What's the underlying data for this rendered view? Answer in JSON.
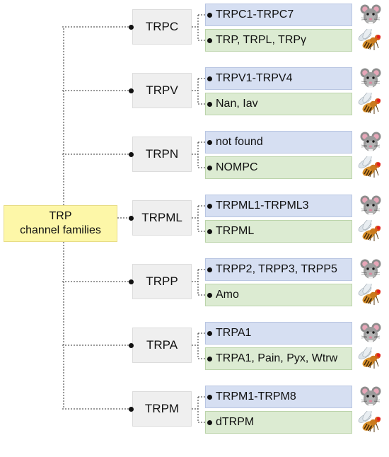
{
  "root": {
    "line1": "TRP",
    "line2": "channel families"
  },
  "families": [
    {
      "label": "TRPC",
      "mammal": "TRPC1-TRPC7",
      "fly": "TRP, TRPL, TRPγ"
    },
    {
      "label": "TRPV",
      "mammal": "TRPV1-TRPV4",
      "fly": "Nan, Iav"
    },
    {
      "label": "TRPN",
      "mammal": "not found",
      "fly": "NOMPC"
    },
    {
      "label": "TRPML",
      "mammal": "TRPML1-TRPML3",
      "fly": "TRPML"
    },
    {
      "label": "TRPP",
      "mammal": "TRPP2, TRPP3, TRPP5",
      "fly": "Amo"
    },
    {
      "label": "TRPA",
      "mammal": "TRPA1",
      "fly": "TRPA1, Pain, Pyx, Wtrw"
    },
    {
      "label": "TRPM",
      "mammal": "TRPM1-TRPM8",
      "fly": "dTRPM"
    }
  ],
  "icons": {
    "mammal": "mouse-icon",
    "fly": "fruit-fly-icon"
  },
  "colors": {
    "root_fill": "#fdf7a8",
    "family_fill": "#efefef",
    "mammal_fill": "#d6dff2",
    "fly_fill": "#dcebd2"
  }
}
